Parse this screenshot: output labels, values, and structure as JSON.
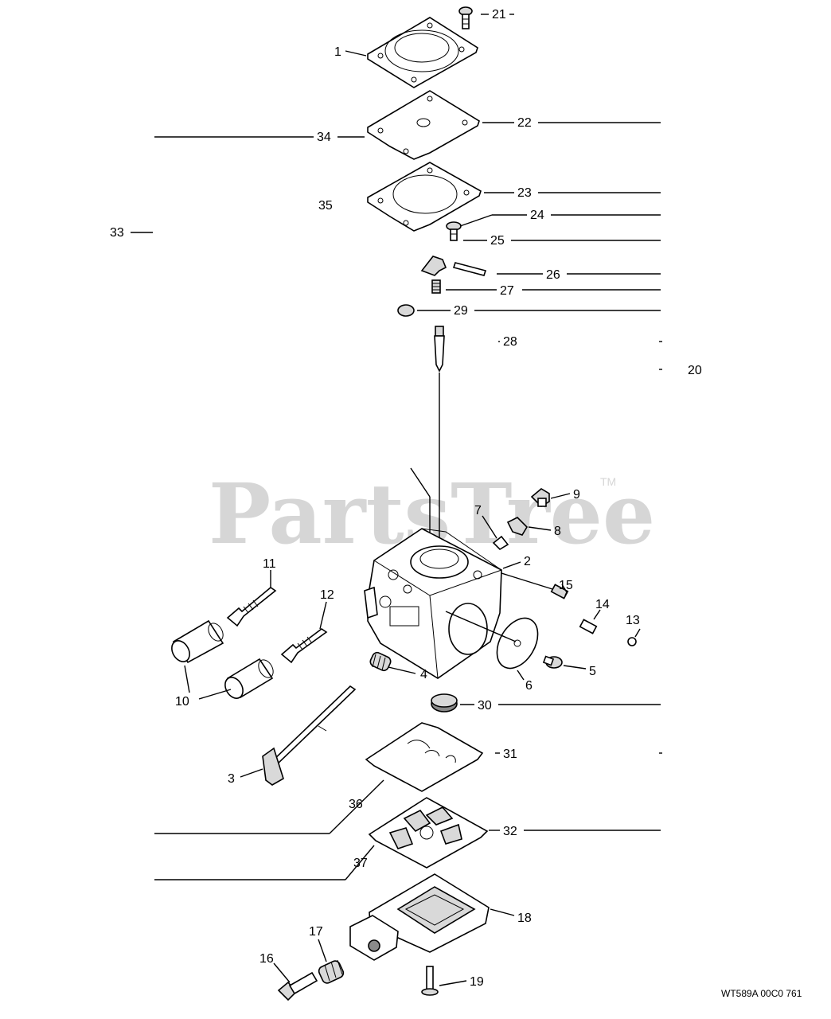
{
  "watermark": {
    "brand": "PartsTree",
    "trademark": "TM"
  },
  "reference_code": "WT589A 00C0 761",
  "callouts": {
    "c1": "1",
    "c2": "2",
    "c3": "3",
    "c4": "4",
    "c5": "5",
    "c6": "6",
    "c7": "7",
    "c8": "8",
    "c9": "9",
    "c10": "10",
    "c11": "11",
    "c12": "12",
    "c13": "13",
    "c14": "14",
    "c15": "15",
    "c16": "16",
    "c17": "17",
    "c18": "18",
    "c19": "19",
    "c20": "20",
    "c21": "21",
    "c22": "22",
    "c23": "23",
    "c24": "24",
    "c25": "25",
    "c26": "26",
    "c27": "27",
    "c28": "28",
    "c29": "29",
    "c30": "30",
    "c31": "31",
    "c32": "32",
    "c33": "33",
    "c34": "34",
    "c35": "35",
    "c36": "36",
    "c37": "37"
  }
}
